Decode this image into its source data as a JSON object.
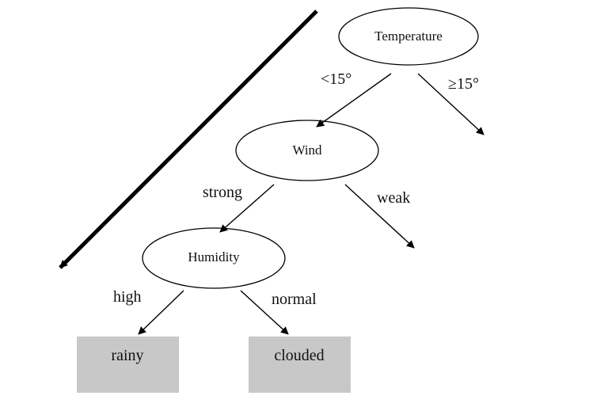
{
  "nodes": {
    "temperature": "Temperature",
    "wind": "Wind",
    "humidity": "Humidity",
    "rainy": "rainy",
    "clouded": "clouded"
  },
  "edges": {
    "lt15": "<15°",
    "ge15": "≥15°",
    "strong": "strong",
    "weak": "weak",
    "high": "high",
    "normal": "normal"
  },
  "colors": {
    "leaf_fill": "#c8c8c8",
    "line": "#000000"
  }
}
